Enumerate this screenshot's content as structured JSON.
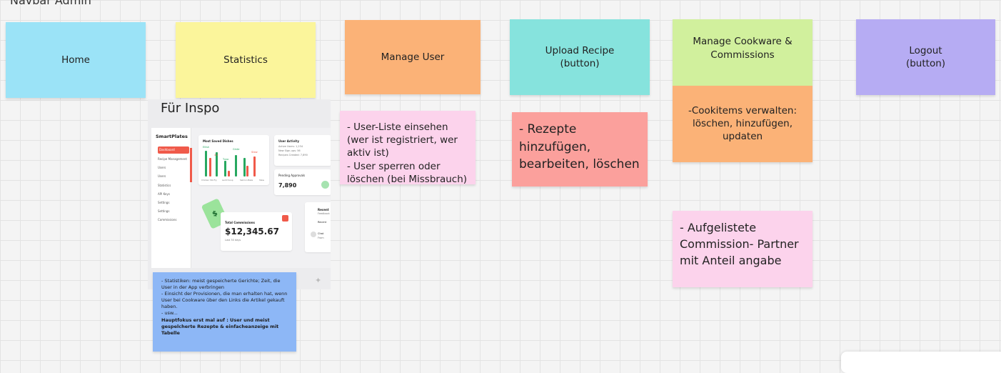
{
  "board": {
    "title": "Navbar Admin"
  },
  "colors": {
    "home": "#9be3f7",
    "statistics": "#fbf59b",
    "manage_user": "#fbb277",
    "upload_recipe": "#86e3dd",
    "manage_cookware": "#d1f09d",
    "logout": "#b6acf3",
    "user_details": "#fcd3ec",
    "recipe_details": "#fba09c",
    "cookitems_details": "#fbb277",
    "commission_details": "#fcd3ec",
    "stats_note": "#8db7f6"
  },
  "navbar": {
    "home": {
      "line1": "Home"
    },
    "statistics": {
      "line1": "Statistics"
    },
    "manage_user": {
      "line1": "Manage User"
    },
    "upload_recipe": {
      "line1": "Upload  Recipe",
      "line2": "(button)"
    },
    "manage_cookware": {
      "line1": "Manage Cookware &",
      "line2": "Commissions"
    },
    "logout": {
      "line1": "Logout",
      "line2": "(button)"
    }
  },
  "details": {
    "manage_user": [
      "- User-Liste einsehen (wer ist registriert, wer aktiv ist)",
      "- User sperren oder löschen (bei Missbrauch)"
    ],
    "upload_recipe": [
      "- Rezepte hinzufügen, bearbeiten, löschen"
    ],
    "cookitems": [
      "-Cookitems verwalten:",
      "löschen, hinzufügen,",
      "updaten"
    ],
    "commission": [
      "- Aufgelistete Commission- Partner mit Anteil angabe"
    ]
  },
  "inspo": {
    "title": "Für Inspo",
    "mockup": {
      "brand": "SmartPlates",
      "nav_items": [
        "Dashboard",
        "Recipe Management",
        "Users",
        "Users",
        "Statistics",
        "API Keys",
        "Settings",
        "Settings",
        "Commissions"
      ],
      "saved_title": "Most Saved Dishes",
      "saved_labels": [
        "Chicken Stir-Fry",
        "Lentil Soup",
        "Salmon Bake",
        "Stew"
      ],
      "bar_values": [
        "Ellish",
        "4.2",
        "Tuna",
        "Ginte",
        "Stew"
      ],
      "activity_title": "User Activity",
      "activity_lines": [
        "Active Users: 1,234",
        "New Sign-ups: 56",
        "Recipes Created: 7,890"
      ],
      "pending_title": "Pending Approvals",
      "pending_value": "7,890",
      "commission_title": "Total Commissions",
      "commission_value": "$12,345.67",
      "commission_sub": "Last 30 days",
      "recent_labels": [
        "Recent",
        "Feedback",
        "Recent",
        "Chat",
        "From"
      ]
    }
  },
  "stats_note": {
    "lines": [
      "- Statistiken: meist gespeicherte Gerichte; Zeit, die User in der App verbringen",
      "- Einsicht der Provisionen, die man erhalten hat, wenn User bei Cookware über den Links die Artikel gekauft haben.",
      "- usw..."
    ],
    "focus": "Hauptfokus erst mal auf : User und meist gespelcherte Rezepte & einfacheanzeige mit Tabelle"
  }
}
